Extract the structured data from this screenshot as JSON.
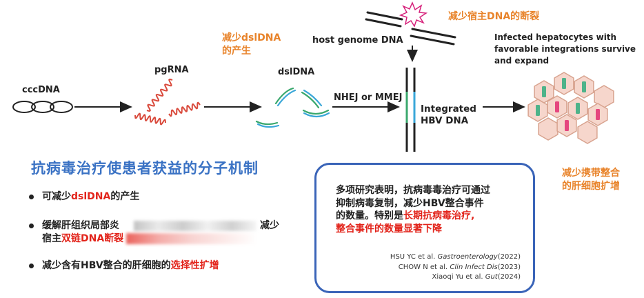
{
  "diagram": {
    "labels": {
      "cccdna": "cccDNA",
      "pgrna": "pgRNA",
      "dsldna": "dslDNA",
      "nhej": "NHEJ or MMEJ",
      "host_genome": "host genome DNA",
      "integrated": "Integrated\nHBV DNA",
      "infected": "Infected hepatocytes with\nfavorable integrations survive\nand expand"
    },
    "orange_notes": {
      "reduce_dsldna": "减少dslDNA\n的产生",
      "reduce_break": "减少宿主DNA的断裂",
      "reduce_expand": "减少携带整合\n的肝细胞扩增"
    },
    "colors": {
      "rna": "#d9493b",
      "dna_green": "#3aa86d",
      "dna_blue": "#3aa7d8",
      "cell_fill": "#f6d6cc",
      "cell_stroke": "#d8a38f",
      "cell_mark_green": "#4eb38a",
      "cell_mark_pink": "#e5467f"
    }
  },
  "mechanism": {
    "title": "抗病毒治疗使患者获益的分子机制",
    "bullet1_prefix": "可减少",
    "bullet1_highlight": "dslDNA",
    "bullet1_suffix": "的产生",
    "bullet2_line1_prefix": "缓解肝组织局部炎",
    "bullet2_line1_end": "减少",
    "bullet2_line2_prefix": "宿主",
    "bullet2_line2_highlight": "双链DNA断裂",
    "bullet3_prefix": "减少含有HBV整合的肝细胞的",
    "bullet3_highlight": "选择性扩增"
  },
  "evidence_box": {
    "text_line1": "多项研究表明，抗病毒毒治疗可通过",
    "text_line2": "抑制病毒复制，减少HBV整合事件",
    "text_line3_prefix": "的数量。特别是",
    "text_line3_highlight": "长期抗病毒治疗,",
    "text_line4_highlight": "整合事件的数量显著下降",
    "references": [
      {
        "authors": "HSU YC et al. ",
        "journal": "Gastroenterology",
        "year": "(2022)"
      },
      {
        "authors": "CHOW N et al. ",
        "journal": "Clin Infect Dis",
        "year": "(2023)"
      },
      {
        "authors": "Xiaoqi Yu et al. ",
        "journal": "Gut",
        "year": "(2024)"
      }
    ]
  }
}
